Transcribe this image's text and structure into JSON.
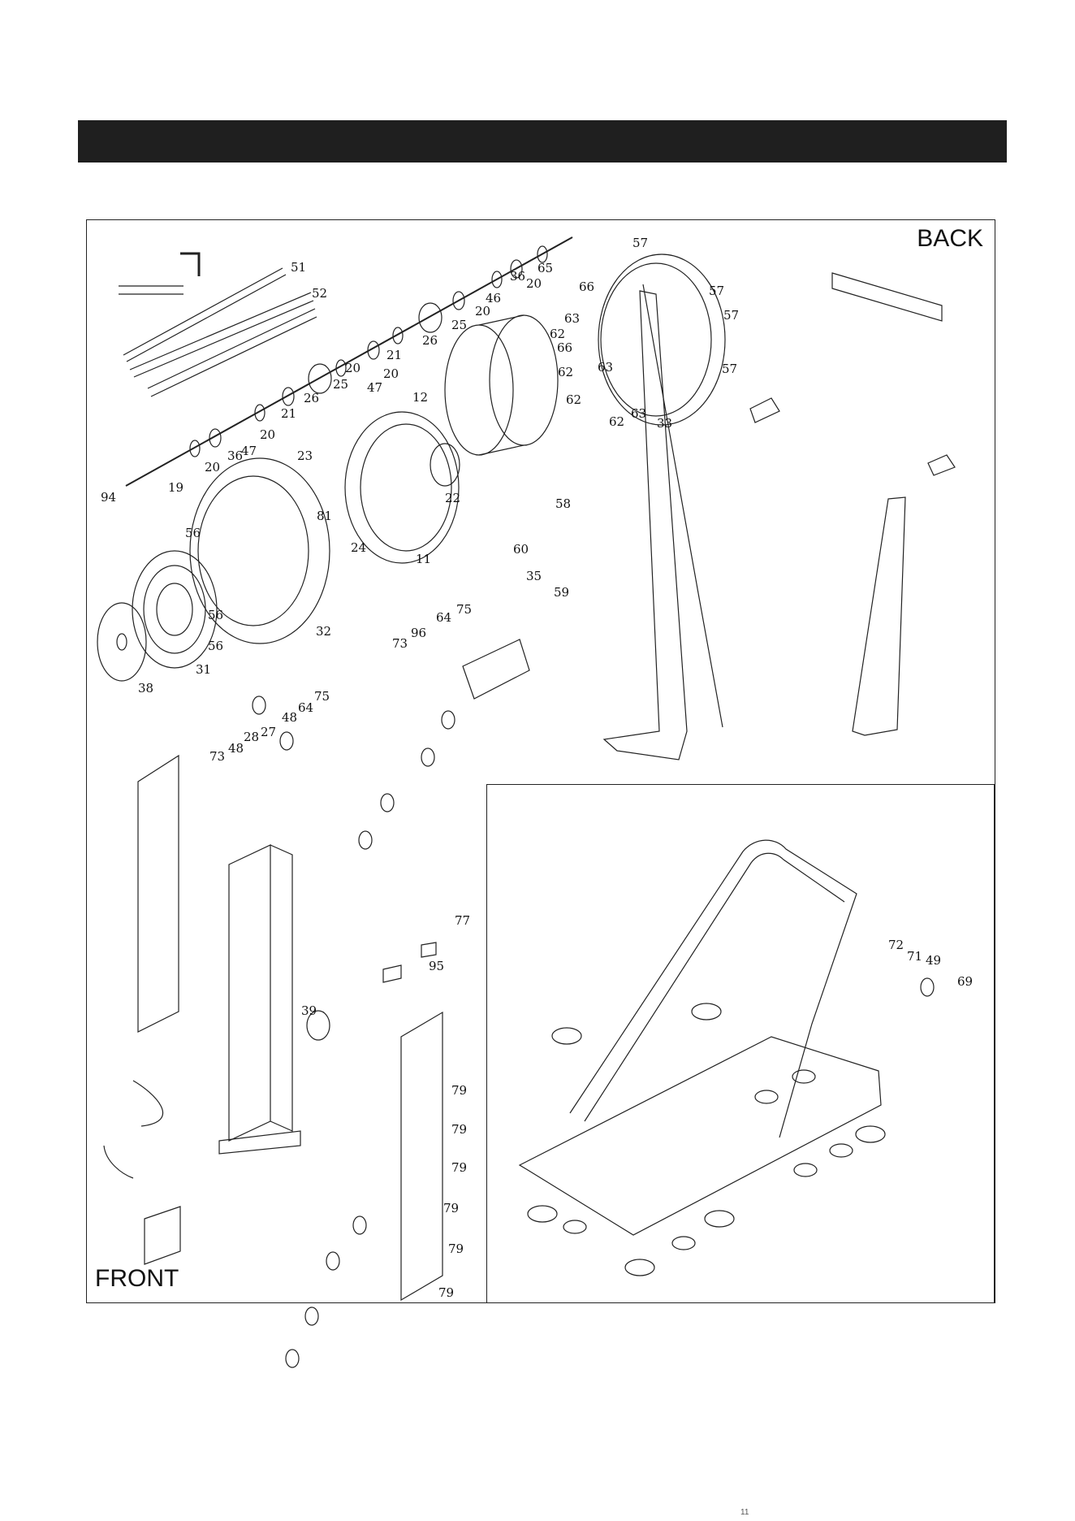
{
  "labels": {
    "back": "BACK",
    "front": "FRONT"
  },
  "page_number": "11",
  "part_numbers": [
    "51",
    "52",
    "65",
    "36",
    "20",
    "46",
    "20",
    "25",
    "26",
    "21",
    "20",
    "47",
    "20",
    "25",
    "26",
    "21",
    "20",
    "47",
    "36",
    "20",
    "19",
    "94",
    "23",
    "81",
    "56",
    "24",
    "11",
    "22",
    "12",
    "57",
    "57",
    "57",
    "57",
    "66",
    "63",
    "62",
    "66",
    "62",
    "63",
    "62",
    "62",
    "63",
    "33",
    "58",
    "60",
    "35",
    "59",
    "75",
    "64",
    "96",
    "73",
    "56",
    "56",
    "32",
    "31",
    "38",
    "75",
    "64",
    "48",
    "27",
    "28",
    "48",
    "73",
    "77",
    "95",
    "39",
    "79",
    "79",
    "79",
    "79",
    "79",
    "79",
    "72",
    "71",
    "49",
    "69"
  ]
}
